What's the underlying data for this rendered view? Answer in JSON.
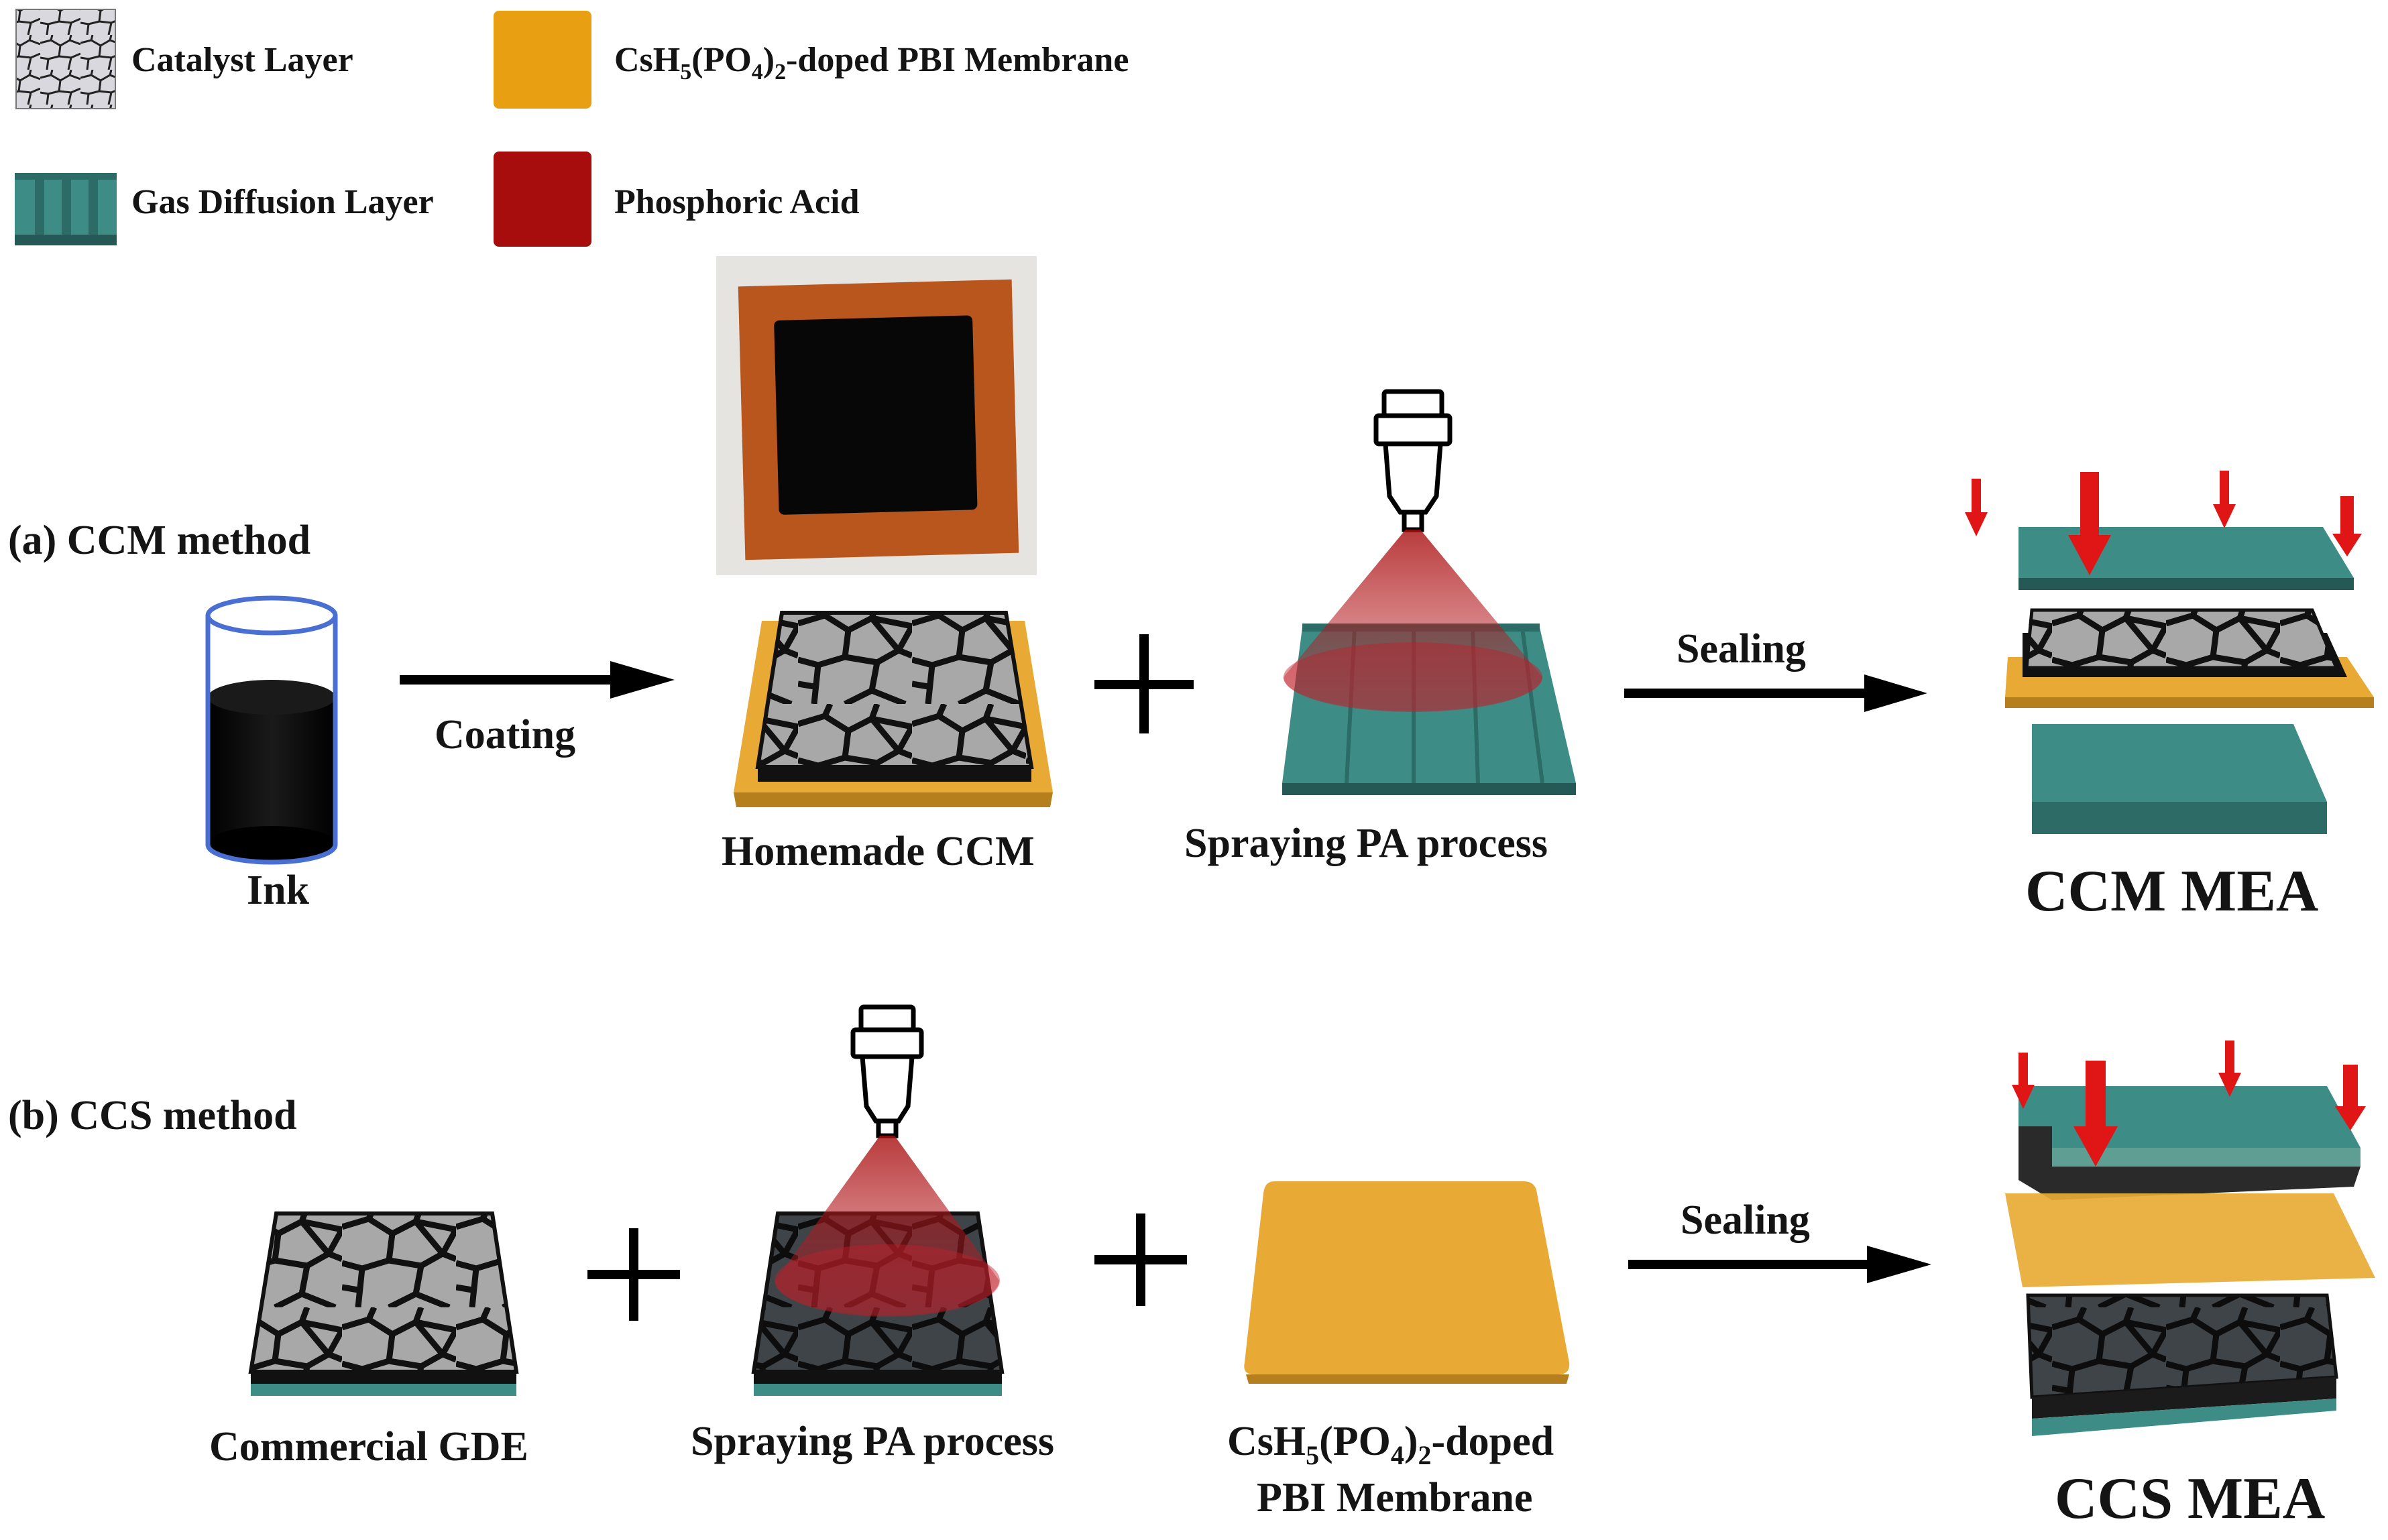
{
  "colors": {
    "membrane": "#E8AA35",
    "membrane_dark": "#B57F1E",
    "gdl_top": "#3E8C86",
    "gdl_side": "#2C6B66",
    "acid": "#A70D0D",
    "catalyst_gray": "#A8A8A8",
    "catalyst_dark": "#3F4448",
    "arrow_red": "#E01515",
    "tape_orange": "#B8561E",
    "photo_bg": "#E6E4E0"
  },
  "legend": {
    "catalyst_label": "Catalyst Layer",
    "gdl_label": "Gas Diffusion Layer",
    "membrane_label": {
      "pre": "CsH",
      "sub1": "5",
      "mid": "(PO",
      "sub2": "4",
      "mid2": ")",
      "sub3": "2",
      "post": "-doped PBI Membrane"
    },
    "acid_label": "Phosphoric Acid"
  },
  "panel_a": {
    "title": "(a) CCM method",
    "ink_label": "Ink",
    "coating_label": "Coating",
    "ccm_label": "Homemade CCM",
    "spray_label": "Spraying PA process",
    "sealing_label": "Sealing",
    "result_label": "CCM MEA",
    "plus": "+"
  },
  "panel_b": {
    "title": "(b) CCS method",
    "gde_label": "Commercial GDE",
    "spray_label": "Spraying PA process",
    "membrane_label_line1": {
      "pre": "CsH",
      "sub1": "5",
      "mid": "(PO",
      "sub2": "4",
      "mid2": ")",
      "sub3": "2",
      "post": "-doped"
    },
    "membrane_label_line2": "PBI Membrane",
    "sealing_label": "Sealing",
    "result_label": "CCS MEA",
    "plus": "+"
  }
}
